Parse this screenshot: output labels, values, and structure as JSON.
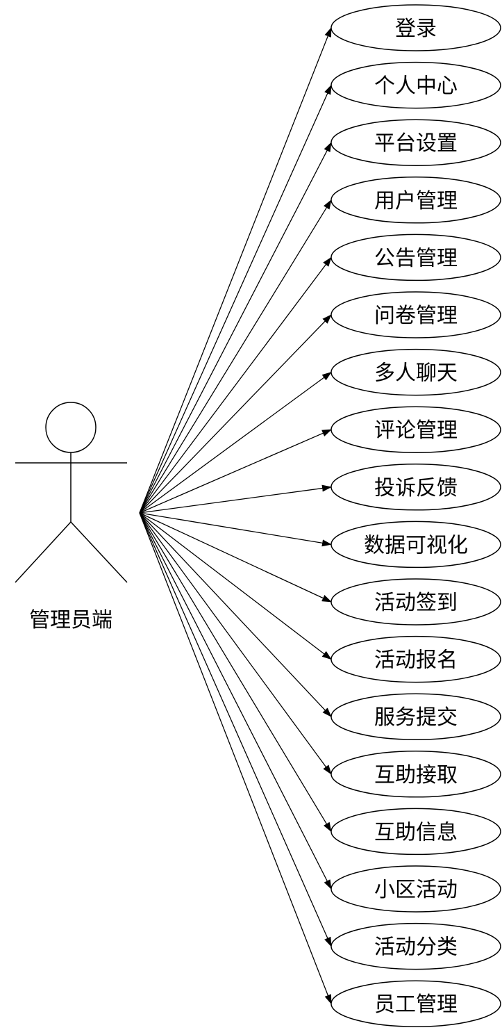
{
  "actor": {
    "label": "管理员端"
  },
  "use_cases": [
    "登录",
    "个人中心",
    "平台设置",
    "用户管理",
    "公告管理",
    "问卷管理",
    "多人聊天",
    "评论管理",
    "投诉反馈",
    "数据可视化",
    "活动签到",
    "活动报名",
    "服务提交",
    "互助接取",
    "互助信息",
    "小区活动",
    "活动分类",
    "员工管理"
  ],
  "colors": {
    "stroke": "#000000",
    "background": "#ffffff"
  }
}
